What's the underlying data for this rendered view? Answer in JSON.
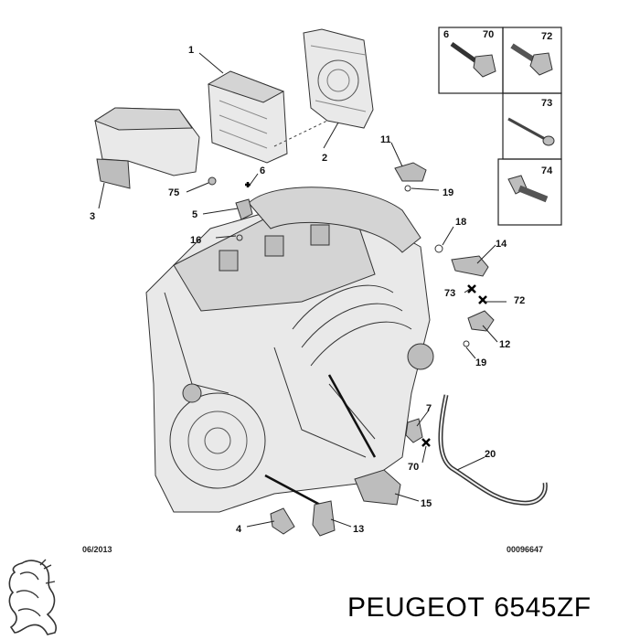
{
  "diagram": {
    "callouts": [
      {
        "id": "c1",
        "label": "1"
      },
      {
        "id": "c2",
        "label": "2"
      },
      {
        "id": "c3",
        "label": "3"
      },
      {
        "id": "c4",
        "label": "4"
      },
      {
        "id": "c5",
        "label": "5"
      },
      {
        "id": "c6",
        "label": "6"
      },
      {
        "id": "c7",
        "label": "7"
      },
      {
        "id": "c11",
        "label": "11"
      },
      {
        "id": "c12",
        "label": "12"
      },
      {
        "id": "c13",
        "label": "13"
      },
      {
        "id": "c14",
        "label": "14"
      },
      {
        "id": "c15",
        "label": "15"
      },
      {
        "id": "c16",
        "label": "16"
      },
      {
        "id": "c18",
        "label": "18"
      },
      {
        "id": "c19a",
        "label": "19"
      },
      {
        "id": "c19b",
        "label": "19"
      },
      {
        "id": "c20",
        "label": "20"
      },
      {
        "id": "c70",
        "label": "70"
      },
      {
        "id": "c72",
        "label": "72"
      },
      {
        "id": "c73",
        "label": "73"
      },
      {
        "id": "c75",
        "label": "75"
      }
    ],
    "fastener_panel": {
      "cells": [
        {
          "label_a": "6",
          "label_b": "70"
        },
        {
          "label": "72"
        },
        {
          "label": "73"
        },
        {
          "label": "74"
        }
      ]
    },
    "footer": {
      "date": "06/2013",
      "reference": "00096647"
    }
  },
  "brand": {
    "logo_icon": "lion-logo-icon"
  },
  "caption": {
    "brand": "PEUGEOT",
    "part_number": "6545ZF"
  }
}
